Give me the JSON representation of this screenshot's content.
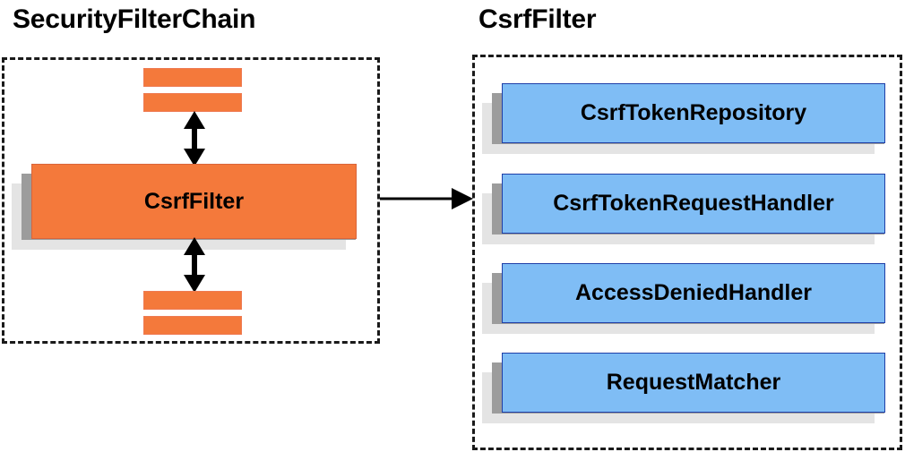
{
  "diagram": {
    "title_left": "SecurityFilterChain",
    "title_right": "CsrfFilter",
    "colors": {
      "orange_fill": "#f4793b",
      "orange_border": "#d9653a",
      "blue_fill": "#7fbdf5",
      "blue_border": "#1f3fa8",
      "shadow_mid": "#9c9c9c",
      "shadow_light": "#e4e4e4",
      "outline": "#1a1a1a",
      "background": "#ffffff"
    },
    "left_panel": {
      "title": "SecurityFilterChain",
      "highlighted_filter": "CsrfFilter",
      "filter_stubs_above": [
        "",
        ""
      ],
      "filter_stubs_below": [
        "",
        ""
      ],
      "connector_top": "double-headed-vertical-arrow",
      "connector_bottom": "double-headed-vertical-arrow"
    },
    "right_panel": {
      "title": "CsrfFilter",
      "collaborators": [
        {
          "label": "CsrfTokenRepository"
        },
        {
          "label": "CsrfTokenRequestHandler"
        },
        {
          "label": "AccessDeniedHandler"
        },
        {
          "label": "RequestMatcher"
        }
      ]
    },
    "link": {
      "from": "SecurityFilterChain",
      "to": "CsrfFilter",
      "style": "single-headed-horizontal-arrow"
    }
  }
}
